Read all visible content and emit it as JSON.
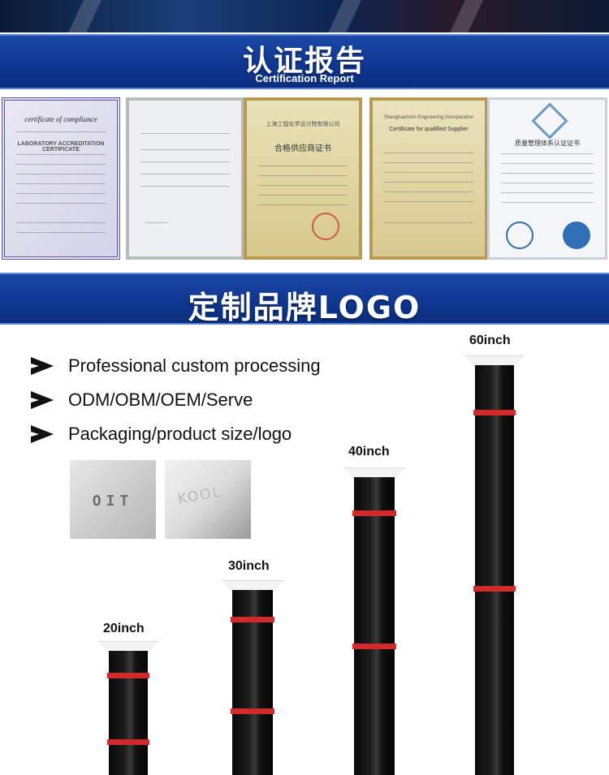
{
  "section1": {
    "title_cn": "认证报告",
    "subtitle": "Certification Report"
  },
  "certificates": [
    {
      "heading": "certificate of compliance",
      "line1": "LABORATORY ACCREDITATION CERTIFICATE",
      "accent": "#5b58a8"
    },
    {
      "heading": "",
      "line1": "",
      "accent": "#9aa3a8"
    },
    {
      "heading": "上海工程化学设计院有限公司",
      "line1": "合格供应商证书",
      "accent": "#c9a64a"
    },
    {
      "heading": "Shanghaichem Engineering Incorporation",
      "line1": "Certificate for qualified Supplier",
      "accent": "#c9a64a"
    },
    {
      "heading": "质量管理体系认证证书",
      "line1": "",
      "accent": "#7fa7c9"
    }
  ],
  "section2": {
    "title_cn": "定制品牌LOGO"
  },
  "features": [
    {
      "text": "Professional custom processing"
    },
    {
      "text": "ODM/OBM/OEM/Serve"
    },
    {
      "text": "Packaging/product size/logo"
    }
  ],
  "samples": [
    {
      "logo": "OIT"
    },
    {
      "logo": "KOOL"
    }
  ],
  "tubes": [
    {
      "label": "20inch"
    },
    {
      "label": "30inch"
    },
    {
      "label": "40inch"
    },
    {
      "label": "60inch"
    }
  ],
  "colors": {
    "banner": "#0e3690",
    "band": "#d22a2a"
  }
}
